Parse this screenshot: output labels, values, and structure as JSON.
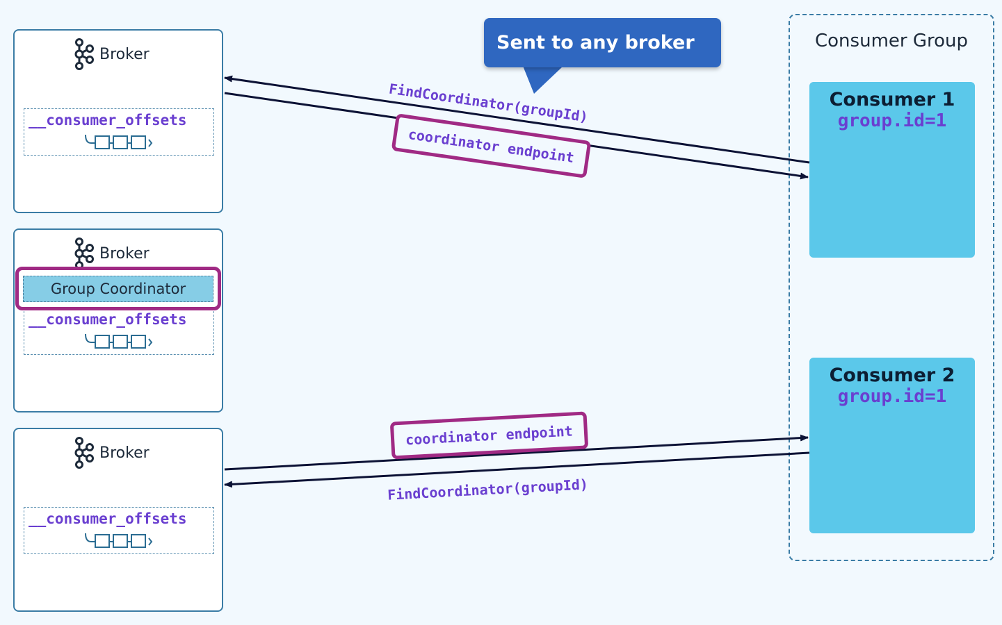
{
  "brokers": [
    {
      "label": "Broker",
      "offsets_label": "__consumer_offsets"
    },
    {
      "label": "Broker",
      "coordinator_label": "Group Coordinator",
      "offsets_label": "__consumer_offsets"
    },
    {
      "label": "Broker",
      "offsets_label": "__consumer_offsets"
    }
  ],
  "consumer_group": {
    "title": "Consumer Group",
    "consumers": [
      {
        "name": "Consumer 1",
        "group_id": "group.id=1"
      },
      {
        "name": "Consumer 2",
        "group_id": "group.id=1"
      }
    ]
  },
  "callout": {
    "text": "Sent to any broker"
  },
  "messages": {
    "request_top": "FindCoordinator(groupId)",
    "response_top": "coordinator endpoint",
    "response_bottom": "coordinator endpoint",
    "request_bottom": "FindCoordinator(groupId)"
  },
  "icons": {
    "broker": "kafka-logo-icon",
    "partition": "log-segments-icon"
  },
  "colors": {
    "background": "#f2f9fe",
    "broker_border": "#3a7ca5",
    "highlight": "#a02a84",
    "consumer_fill": "#5bc8ea",
    "code_text": "#6a3fd0",
    "callout_fill": "#2f67c0",
    "coordinator_fill": "#86cde6"
  }
}
